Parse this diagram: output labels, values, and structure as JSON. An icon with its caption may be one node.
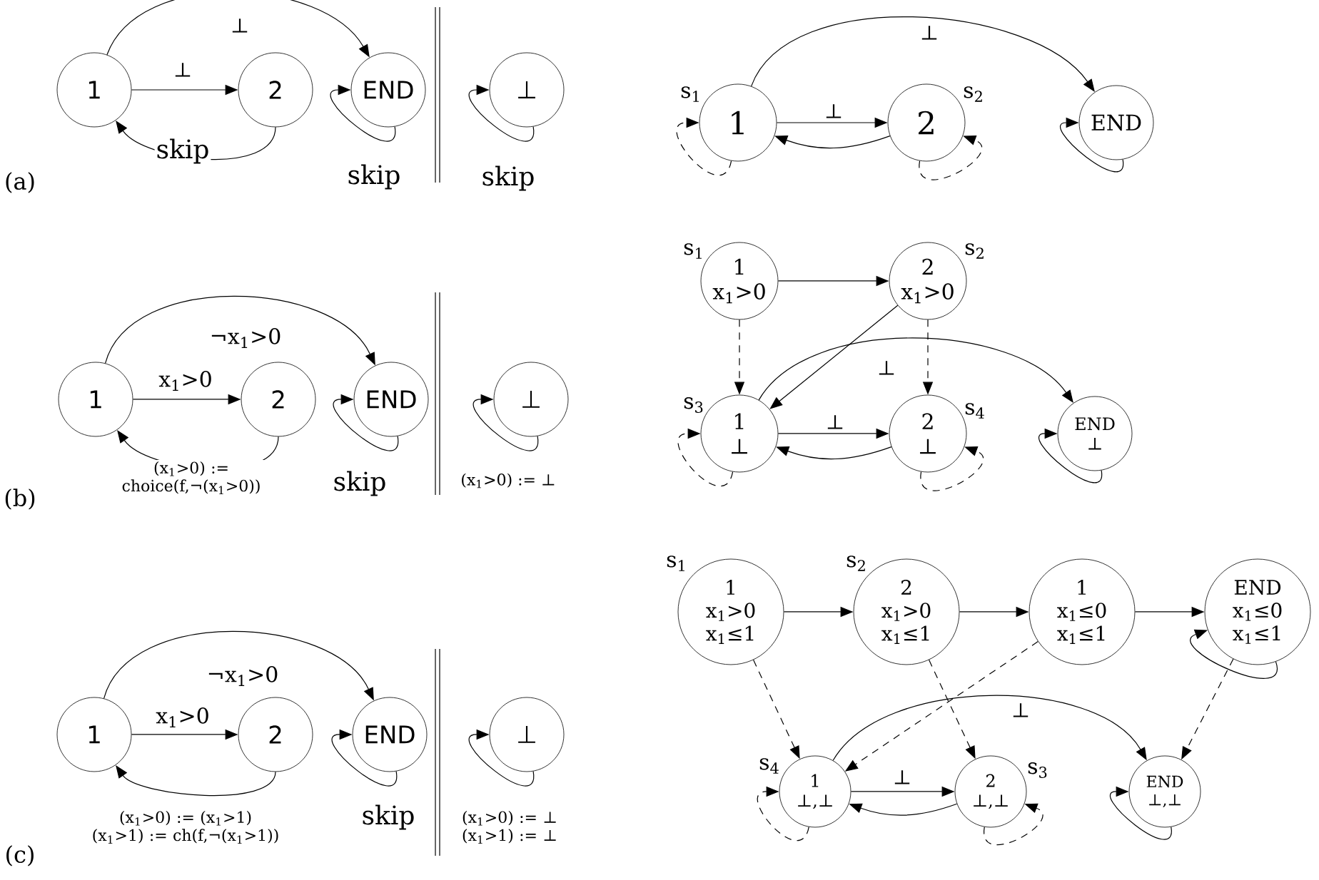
{
  "diagram": {
    "nodes": [
      {
        "text": [
          "1"
        ]
      },
      {
        "text": [
          "2"
        ]
      },
      {
        "text": [
          "END"
        ]
      },
      {
        "text": [
          "⊥"
        ]
      },
      {
        "text": [
          "1"
        ],
        "beside": [
          "s$_{1}$"
        ]
      },
      {
        "text": [
          "2"
        ],
        "beside": [
          "s$_{2}$"
        ]
      },
      {
        "text": [
          "END"
        ]
      },
      {
        "text": [
          "1"
        ]
      },
      {
        "text": [
          "2"
        ]
      },
      {
        "text": [
          "END"
        ]
      },
      {
        "text": [
          "⊥"
        ]
      },
      {
        "text": [
          "1",
          "x$_{1}$>0"
        ],
        "beside": [
          "s$_{1}$"
        ]
      },
      {
        "text": [
          "2",
          "x$_{1}$>0"
        ],
        "beside": [
          "s$_{2}$"
        ]
      },
      {
        "text": [
          "1",
          "⊥"
        ],
        "beside": [
          "s$_{3}$"
        ]
      },
      {
        "text": [
          "2",
          "⊥"
        ],
        "beside": [
          "s$_{4}$"
        ]
      },
      {
        "text": [
          "END",
          "⊥"
        ]
      },
      {
        "text": [
          "1"
        ]
      },
      {
        "text": [
          "2"
        ]
      },
      {
        "text": [
          "END"
        ]
      },
      {
        "text": [
          "⊥"
        ]
      },
      {
        "text": [
          "1",
          "x$_{1}$>0",
          "x$_{1}$≤1"
        ],
        "beside": [
          "s$_{1}$"
        ]
      },
      {
        "text": [
          "2",
          "x$_{1}$>0",
          "x$_{1}$≤1"
        ],
        "beside": [
          "s$_{2}$"
        ]
      },
      {
        "text": [
          "1",
          "x$_{1}$≤0",
          "x$_{1}$≤1"
        ]
      },
      {
        "text": [
          "END",
          "x$_{1}$≤0",
          "x$_{1}$≤1"
        ]
      },
      {
        "text": [
          "1",
          "⊥,⊥"
        ],
        "beside": [
          "s$_{4}$"
        ]
      },
      {
        "text": [
          "2",
          "⊥,⊥"
        ],
        "beside": [
          "s$_{3}$"
        ]
      },
      {
        "text": [
          "END",
          "⊥,⊥"
        ]
      }
    ],
    "edges": [
      {
        "from": 0,
        "to": 1,
        "arrow": "to",
        "label": "⊥"
      },
      {
        "from": 0,
        "to": 2,
        "arrow": "to",
        "label": "⊥"
      },
      {
        "from": 1,
        "to": 0,
        "arrow": "to",
        "label": "skip"
      },
      {
        "from": 2,
        "to": 2,
        "arrow": "to",
        "label": "skip"
      },
      {
        "from": 3,
        "to": 3,
        "arrow": "to",
        "label": "skip"
      },
      {
        "from": 4,
        "to": 4,
        "arrow": "to",
        "style": "dashed"
      },
      {
        "from": 4,
        "to": 5,
        "arrow": "to",
        "label": "⊥"
      },
      {
        "from": 4,
        "to": 6,
        "arrow": "to",
        "label": "⊥"
      },
      {
        "from": 5,
        "to": 4,
        "arrow": "to"
      },
      {
        "from": 5,
        "to": 5,
        "arrow": "to",
        "style": "dashed"
      },
      {
        "from": 6,
        "to": 6,
        "arrow": "to"
      },
      {
        "from": 7,
        "to": 8,
        "arrow": "to",
        "label": "x$_{1}$>0"
      },
      {
        "from": 7,
        "to": 9,
        "arrow": "to",
        "label": "¬x$_{1}$>0"
      },
      {
        "from": 8,
        "to": 7,
        "arrow": "to",
        "label": "(x$_{1}$>0) := choice(f,¬(x$_{1}$>0))"
      },
      {
        "from": 9,
        "to": 9,
        "arrow": "to",
        "label": "skip"
      },
      {
        "from": 10,
        "to": 10,
        "arrow": "to",
        "label": "(x$_{1}$>0) := ⊥"
      },
      {
        "from": 11,
        "to": 12,
        "arrow": "to"
      },
      {
        "from": 11,
        "to": 13,
        "arrow": "to",
        "style": "dashed"
      },
      {
        "from": 12,
        "to": 13,
        "arrow": "to"
      },
      {
        "from": 12,
        "to": 14,
        "arrow": "to",
        "style": "dashed"
      },
      {
        "from": 13,
        "to": 15,
        "arrow": "to",
        "label": "⊥"
      },
      {
        "from": 13,
        "to": 14,
        "arrow": "to",
        "label": "⊥"
      },
      {
        "from": 14,
        "to": 13,
        "arrow": "to"
      },
      {
        "from": 13,
        "to": 13,
        "arrow": "to",
        "style": "dashed"
      },
      {
        "from": 14,
        "to": 14,
        "arrow": "to",
        "style": "dashed"
      },
      {
        "from": 15,
        "to": 15,
        "arrow": "to"
      },
      {
        "from": 16,
        "to": 17,
        "arrow": "to",
        "label": "x$_{1}$>0"
      },
      {
        "from": 16,
        "to": 18,
        "arrow": "to",
        "label": "¬x$_{1}$>0"
      },
      {
        "from": 17,
        "to": 16,
        "arrow": "to",
        "label": "(x$_{1}$>0) := (x$_{1}$>1) (x$_{1}$>1) := ch(f,¬(x$_{1}$>1))"
      },
      {
        "from": 18,
        "to": 18,
        "arrow": "to",
        "label": "skip"
      },
      {
        "from": 19,
        "to": 19,
        "arrow": "to",
        "label": "(x$_{1}$>0) := ⊥ (x$_{1}$>1) := ⊥"
      },
      {
        "from": 20,
        "to": 21,
        "arrow": "to"
      },
      {
        "from": 21,
        "to": 22,
        "arrow": "to"
      },
      {
        "from": 22,
        "to": 23,
        "arrow": "to"
      },
      {
        "from": 23,
        "to": 23,
        "arrow": "to"
      },
      {
        "from": 20,
        "to": 24,
        "arrow": "to",
        "style": "dashed"
      },
      {
        "from": 21,
        "to": 25,
        "arrow": "to",
        "style": "dashed"
      },
      {
        "from": 22,
        "to": 24,
        "arrow": "to",
        "style": "dashed"
      },
      {
        "from": 23,
        "to": 26,
        "arrow": "to",
        "style": "dashed"
      },
      {
        "from": 24,
        "to": 26,
        "arrow": "to",
        "label": "⊥"
      },
      {
        "from": 24,
        "to": 25,
        "arrow": "to",
        "label": "⊥"
      },
      {
        "from": 25,
        "to": 24,
        "arrow": "to"
      },
      {
        "from": 24,
        "to": 24,
        "arrow": "to",
        "style": "dashed"
      },
      {
        "from": 25,
        "to": 25,
        "arrow": "to",
        "style": "dashed"
      },
      {
        "from": 26,
        "to": 26,
        "arrow": "to"
      }
    ],
    "labels": [
      "(a)",
      "(b)",
      "(c)"
    ]
  }
}
